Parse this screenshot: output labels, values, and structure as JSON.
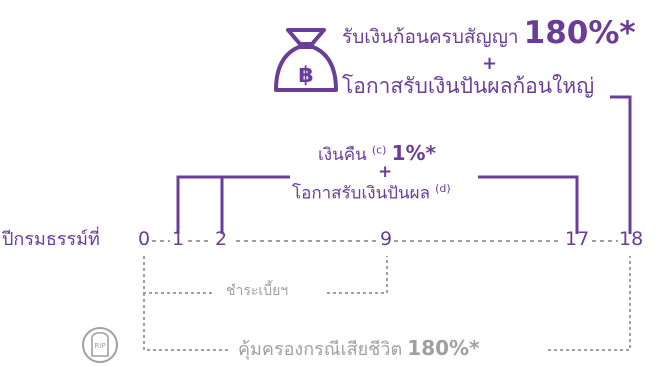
{
  "top": {
    "line1_text": "รับเงินก้อนครบสัญญา",
    "line1_value": "180%*",
    "plus": "+",
    "line2_text": "โอกาสรับเงินปันผลก้อนใหญ่"
  },
  "middle": {
    "line1_text": "เงินคืน",
    "line1_sup": "(c)",
    "line1_value": "1%*",
    "plus": "+",
    "line2_text": "โอกาสรับเงินปันผล",
    "line2_sup": "(d)"
  },
  "timeline": {
    "label": "ปีกรมธรรม์ที่",
    "years": [
      "0",
      "1",
      "2",
      "9",
      "17",
      "18"
    ]
  },
  "premium_label": "ชำระเบี้ยฯ",
  "coverage": {
    "text": "คุ้มครองกรณีเสียชีวิต",
    "value": "180%*"
  },
  "icons": {
    "money_bag": "money-bag-baht-icon",
    "rip": "rip-tombstone-icon",
    "baht_symbol": "฿",
    "rip_text": "RIP"
  },
  "colors": {
    "purple": "#6a3d97",
    "grey": "#a0a0a0"
  }
}
